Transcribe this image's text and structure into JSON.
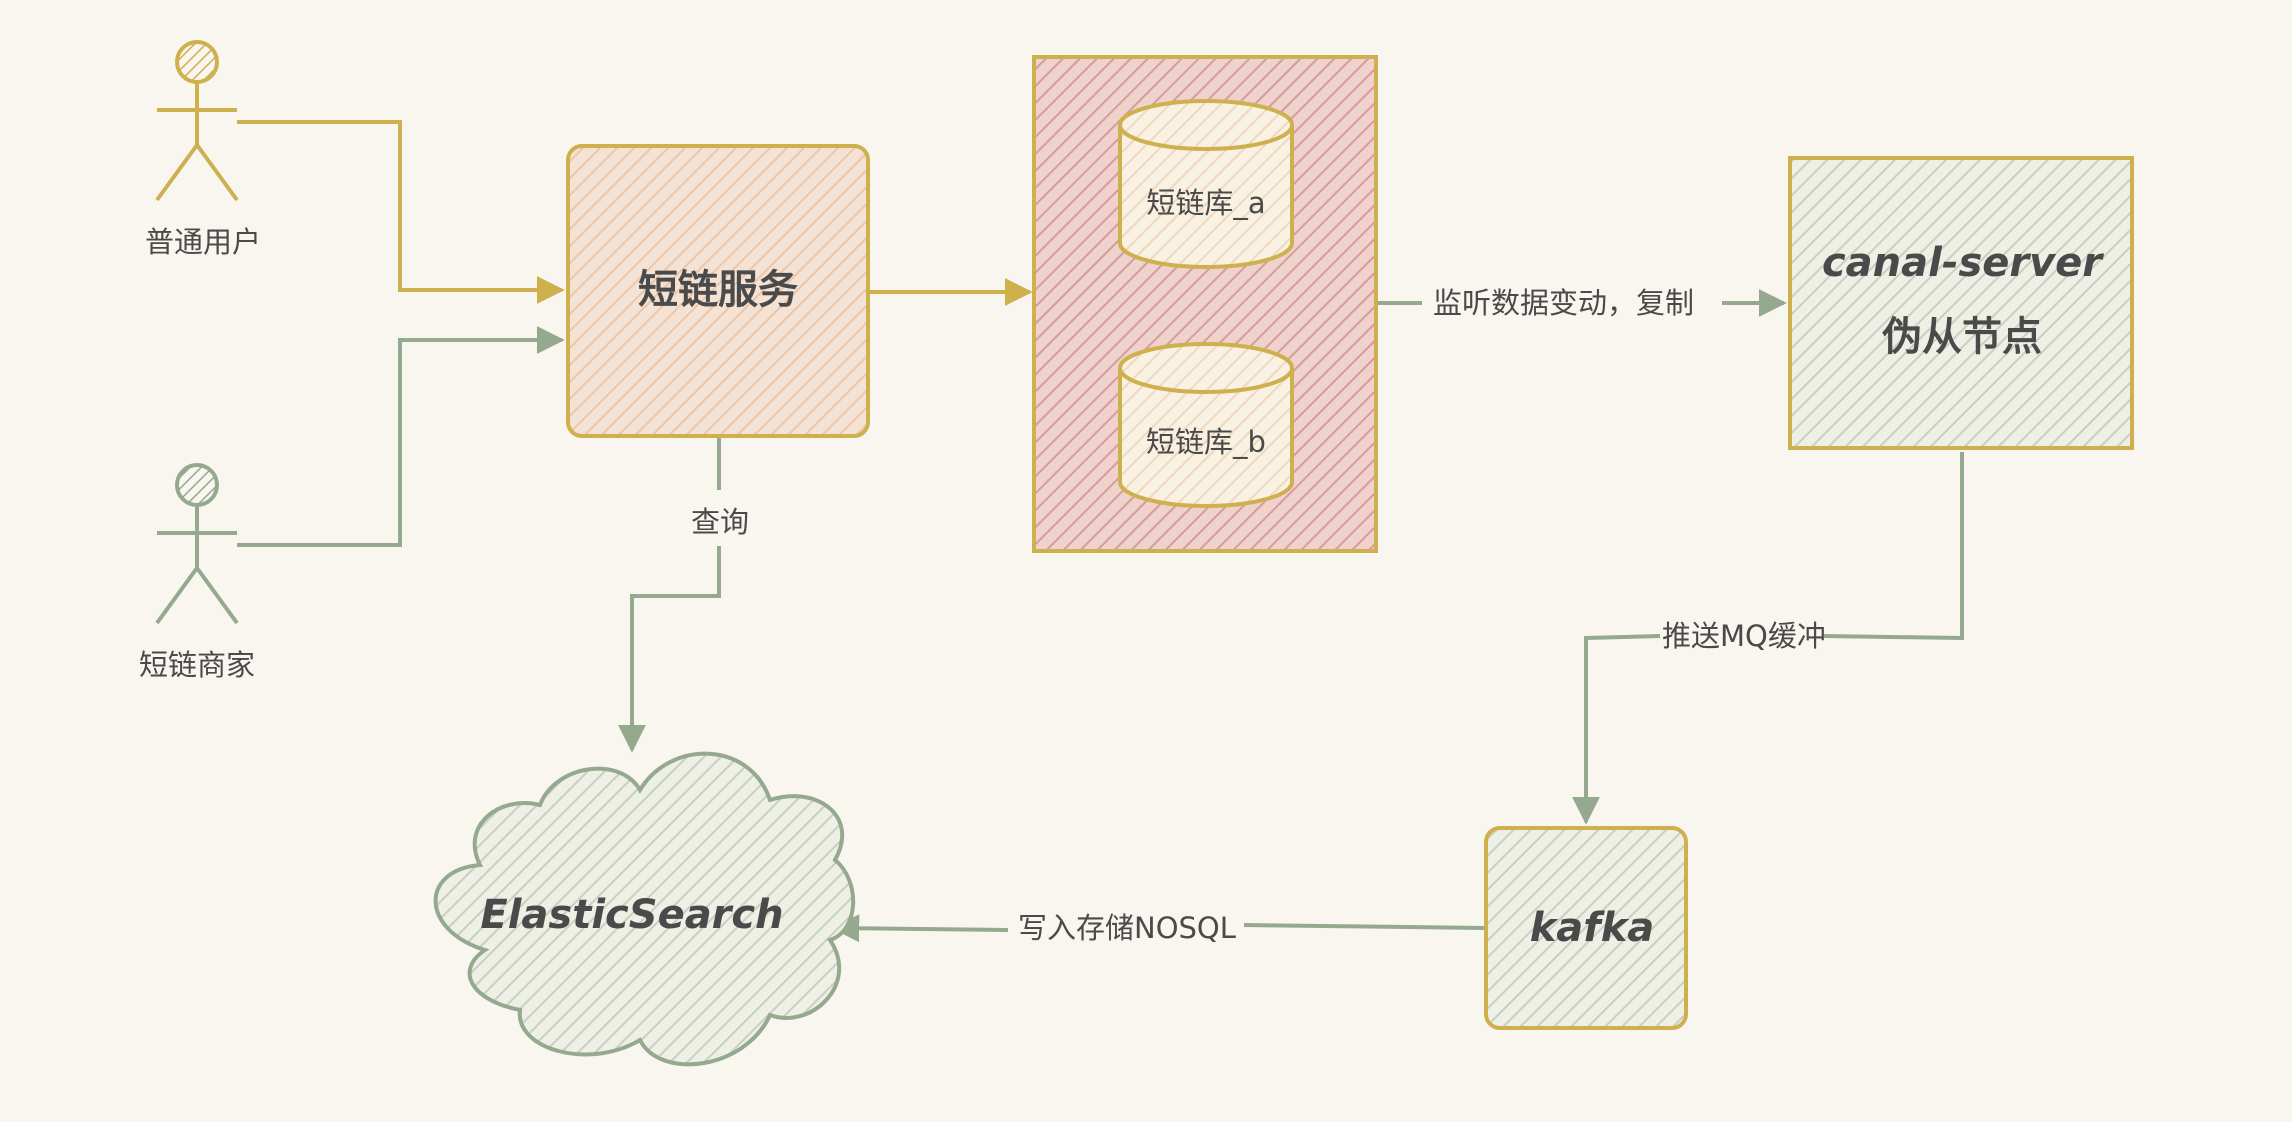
{
  "actors": {
    "user": "普通用户",
    "merchant": "短链商家"
  },
  "nodes": {
    "short_link_service": "短链服务",
    "db_a": "短链库_a",
    "db_b": "短链库_b",
    "canal_line1": "canal-server",
    "canal_line2": "伪从节点",
    "kafka": "kafka",
    "elasticsearch": "ElasticSearch"
  },
  "edges": {
    "listen": "监听数据变动，复制",
    "push_mq": "推送MQ缓冲",
    "query": "查询",
    "write_nosql": "写入存储NOSQL"
  },
  "colors": {
    "background": "#f9f6ef",
    "gold": "#cfb04e",
    "green": "#94a98d",
    "peach_fill": "#edc6a8",
    "rose_fill": "#d9a2a2",
    "sage_fill": "#c6d1bf",
    "cream_fill": "#f5ead0",
    "text": "#4a4a4a"
  }
}
